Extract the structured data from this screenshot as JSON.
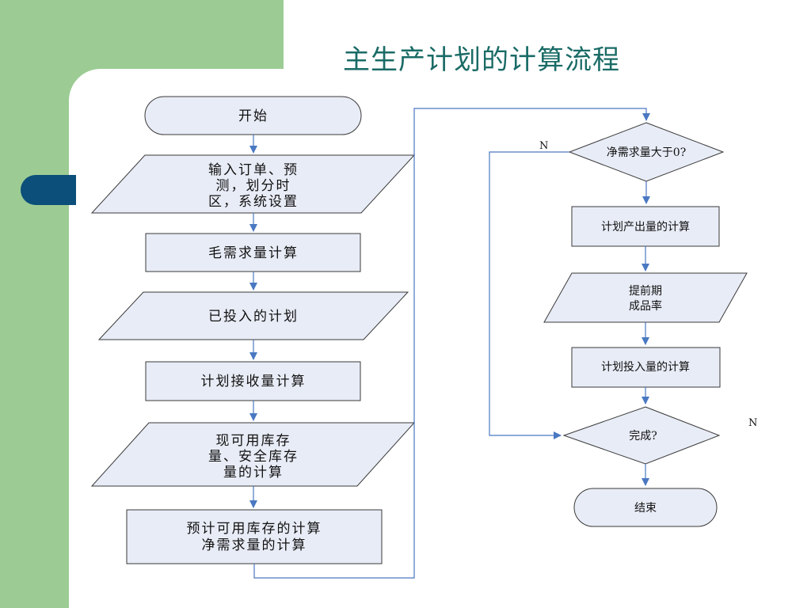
{
  "title": "主生产计划的计算流程",
  "colors": {
    "panel_green": "#9ccc94",
    "accent_navy": "#0b4f7a",
    "title_teal": "#1a6b66",
    "shape_fill": "#e8ecf6",
    "connector_blue": "#4a78c2"
  },
  "left_flow": {
    "start": "开始",
    "input": [
      "输入订单、预",
      "测，划分时",
      "区，系统设置"
    ],
    "gross": "毛需求量计算",
    "planned": "已投入的计划",
    "receipt": "计划接收量计算",
    "inventory": [
      "现可用库存",
      "量、安全库存",
      "量的计算"
    ],
    "forecast": [
      "预计可用库存的计算",
      "净需求量的计算"
    ]
  },
  "right_flow": {
    "net_decision": "净需求量大于0?",
    "output": "计划产出量的计算",
    "lead": [
      "提前期",
      "成品率"
    ],
    "input_qty": "计划投入量的计算",
    "done": "完成?",
    "end": "结束",
    "n_label_top": "N",
    "n_label_bottom": "N"
  }
}
